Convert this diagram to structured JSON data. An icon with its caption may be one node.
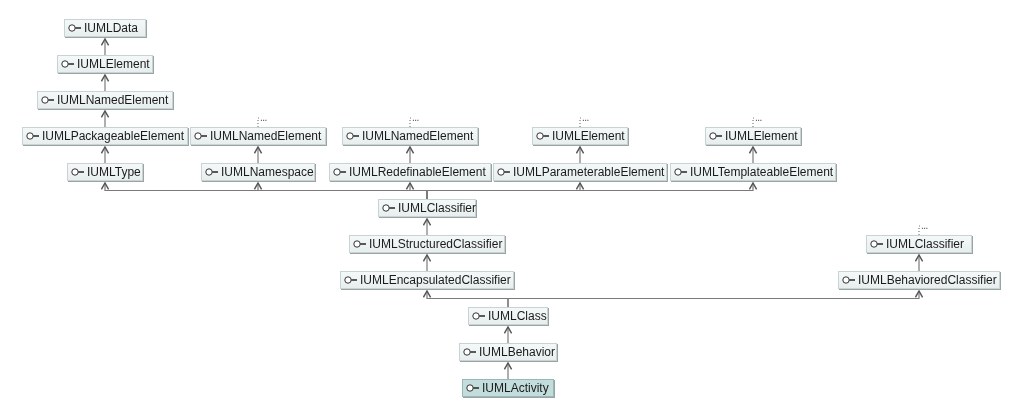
{
  "diagram": {
    "nodes": [
      {
        "text": [
          "IUMLData"
        ]
      },
      {
        "text": [
          "IUMLElement"
        ]
      },
      {
        "text": [
          "IUMLNamedElement"
        ]
      },
      {
        "text": [
          "IUMLPackageableElement"
        ]
      },
      {
        "text": [
          "..."
        ]
      },
      {
        "text": [
          "IUMLNamedElement"
        ]
      },
      {
        "text": [
          "..."
        ]
      },
      {
        "text": [
          "IUMLNamedElement"
        ]
      },
      {
        "text": [
          "..."
        ]
      },
      {
        "text": [
          "IUMLElement"
        ]
      },
      {
        "text": [
          "..."
        ]
      },
      {
        "text": [
          "IUMLElement"
        ]
      },
      {
        "text": [
          "IUMLType"
        ]
      },
      {
        "text": [
          "IUMLNamespace"
        ]
      },
      {
        "text": [
          "IUMLRedefinableElement"
        ]
      },
      {
        "text": [
          "IUMLParameterableElement"
        ]
      },
      {
        "text": [
          "IUMLTemplateableElement"
        ]
      },
      {
        "text": [
          "IUMLClassifier"
        ]
      },
      {
        "text": [
          "IUMLStructuredClassifier"
        ]
      },
      {
        "text": [
          "..."
        ]
      },
      {
        "text": [
          "IUMLClassifier"
        ]
      },
      {
        "text": [
          "IUMLEncapsulatedClassifier"
        ]
      },
      {
        "text": [
          "IUMLBehavioredClassifier"
        ]
      },
      {
        "text": [
          "IUMLClass"
        ]
      },
      {
        "text": [
          "IUMLBehavior"
        ]
      },
      {
        "text": [
          "IUMLActivity"
        ]
      }
    ],
    "edges": [
      {
        "from": 1,
        "to": 0,
        "arrow": "to"
      },
      {
        "from": 2,
        "to": 1,
        "arrow": "to"
      },
      {
        "from": 3,
        "to": 2,
        "arrow": "to"
      },
      {
        "from": 5,
        "to": 4,
        "arrow": "none",
        "style": "dashed"
      },
      {
        "from": 7,
        "to": 6,
        "arrow": "none",
        "style": "dashed"
      },
      {
        "from": 9,
        "to": 8,
        "arrow": "none",
        "style": "dashed"
      },
      {
        "from": 11,
        "to": 10,
        "arrow": "none",
        "style": "dashed"
      },
      {
        "from": 12,
        "to": 3,
        "arrow": "to"
      },
      {
        "from": 13,
        "to": 5,
        "arrow": "to"
      },
      {
        "from": 14,
        "to": 7,
        "arrow": "to"
      },
      {
        "from": 15,
        "to": 9,
        "arrow": "to"
      },
      {
        "from": 16,
        "to": 11,
        "arrow": "to"
      },
      {
        "from": 17,
        "to": 12,
        "arrow": "to"
      },
      {
        "from": 17,
        "to": 13,
        "arrow": "to"
      },
      {
        "from": 17,
        "to": 14,
        "arrow": "to"
      },
      {
        "from": 17,
        "to": 15,
        "arrow": "to"
      },
      {
        "from": 17,
        "to": 16,
        "arrow": "to"
      },
      {
        "from": 18,
        "to": 17,
        "arrow": "to"
      },
      {
        "from": 20,
        "to": 19,
        "arrow": "none",
        "style": "dashed"
      },
      {
        "from": 21,
        "to": 18,
        "arrow": "to"
      },
      {
        "from": 22,
        "to": 20,
        "arrow": "to"
      },
      {
        "from": 23,
        "to": 21,
        "arrow": "to"
      },
      {
        "from": 23,
        "to": 22,
        "arrow": "to"
      },
      {
        "from": 24,
        "to": 23,
        "arrow": "to"
      },
      {
        "from": 25,
        "to": 24,
        "arrow": "to"
      }
    ]
  }
}
